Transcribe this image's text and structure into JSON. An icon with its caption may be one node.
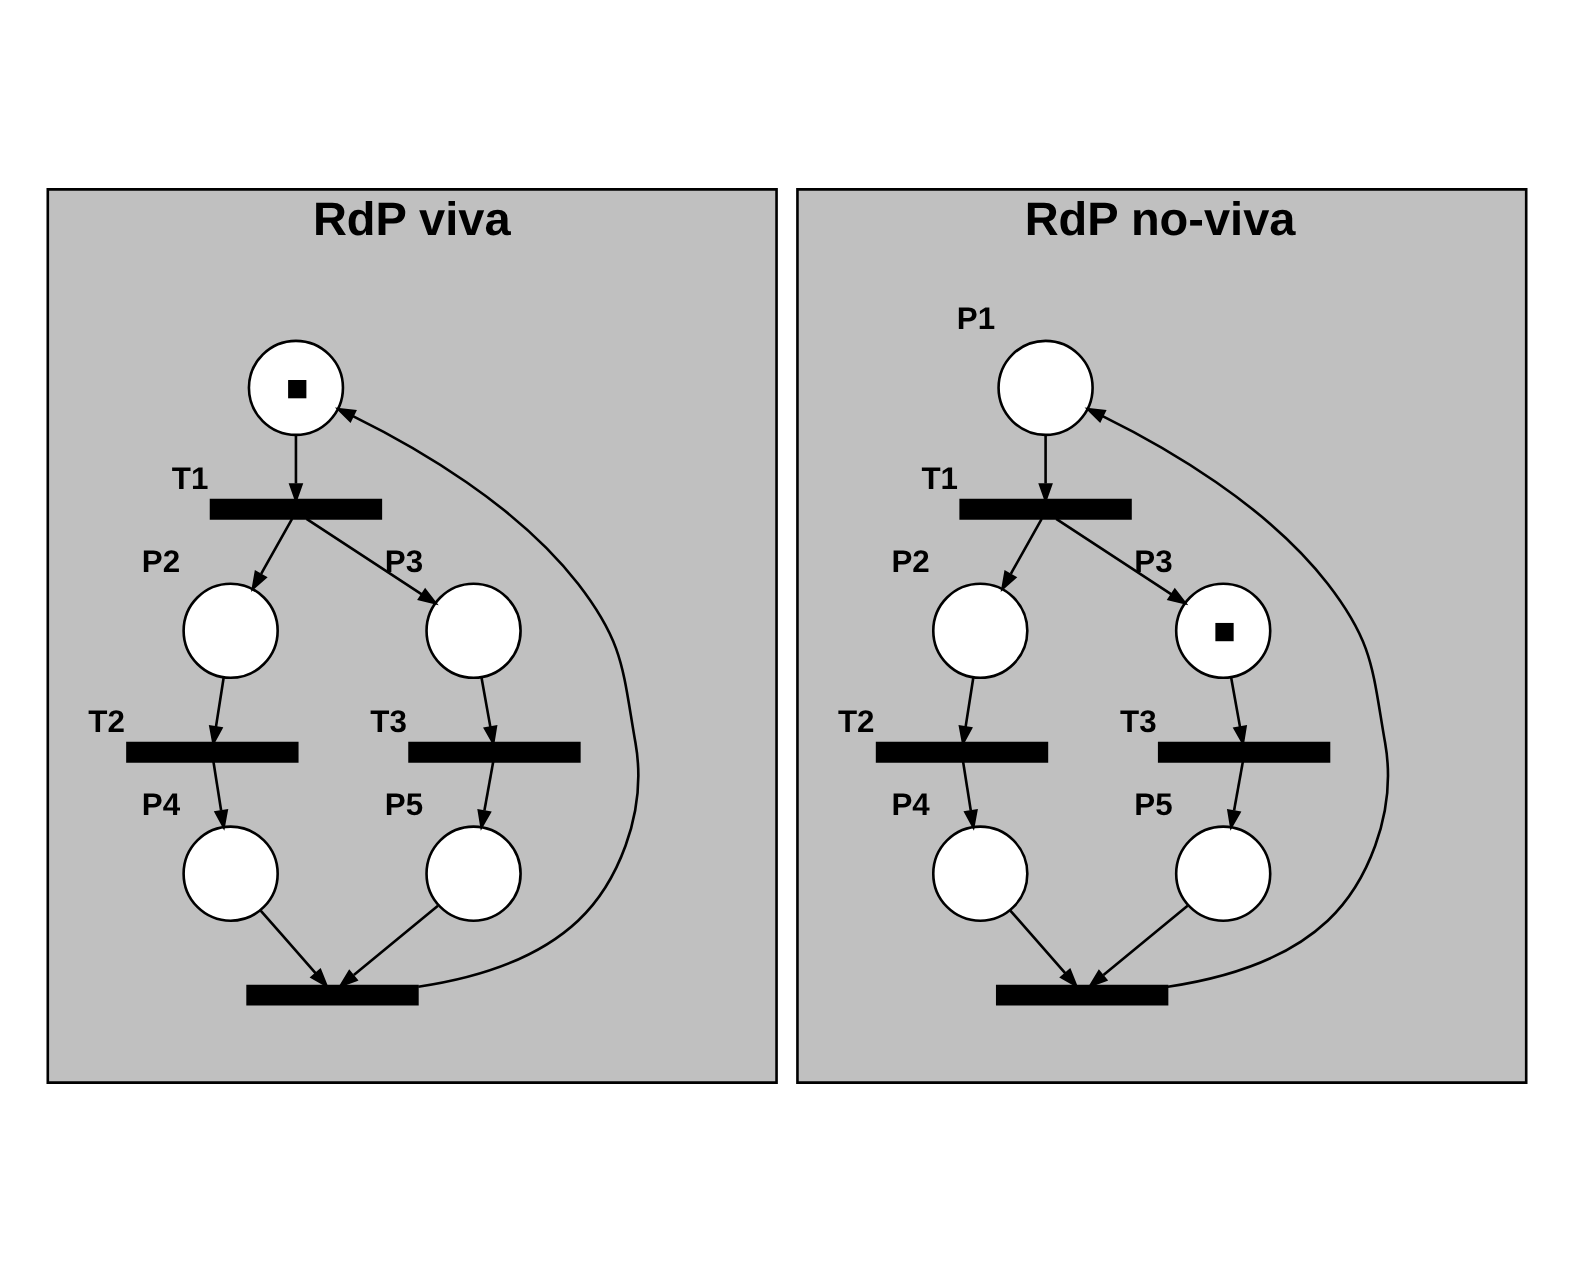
{
  "diagram": {
    "nodes": [
      {
        "text": [
          "RdP viva"
        ]
      },
      {
        "text": [],
        "shape": "circle",
        "in": 0
      },
      {
        "text": [],
        "shape": "bar",
        "in": 0,
        "beside": [
          "T1"
        ]
      },
      {
        "text": [],
        "shape": "circle",
        "in": 0,
        "beside": [
          "P2"
        ]
      },
      {
        "text": [],
        "shape": "circle",
        "in": 0,
        "beside": [
          "P3"
        ]
      },
      {
        "text": [],
        "shape": "bar",
        "in": 0,
        "beside": [
          "T2"
        ]
      },
      {
        "text": [],
        "shape": "bar",
        "in": 0,
        "beside": [
          "T3"
        ]
      },
      {
        "text": [],
        "shape": "circle",
        "in": 0,
        "beside": [
          "P4"
        ]
      },
      {
        "text": [],
        "shape": "circle",
        "in": 0,
        "beside": [
          "P5"
        ]
      },
      {
        "text": [],
        "shape": "bar",
        "in": 0
      },
      {
        "text": [
          "RdP no-viva"
        ]
      },
      {
        "text": [],
        "shape": "circle",
        "in": 10,
        "beside": [
          "P1"
        ]
      },
      {
        "text": [],
        "shape": "bar",
        "in": 10,
        "beside": [
          "T1"
        ]
      },
      {
        "text": [],
        "shape": "circle",
        "in": 10,
        "beside": [
          "P2"
        ]
      },
      {
        "text": [],
        "shape": "circle",
        "in": 10,
        "beside": [
          "P3"
        ]
      },
      {
        "text": [],
        "shape": "bar",
        "in": 10,
        "beside": [
          "T2"
        ]
      },
      {
        "text": [],
        "shape": "bar",
        "in": 10,
        "beside": [
          "T3"
        ]
      },
      {
        "text": [],
        "shape": "circle",
        "in": 10,
        "beside": [
          "P4"
        ]
      },
      {
        "text": [],
        "shape": "circle",
        "in": 10,
        "beside": [
          "P5"
        ]
      },
      {
        "text": [],
        "shape": "bar",
        "in": 10
      }
    ],
    "edges": [
      {
        "from": 1,
        "to": 2,
        "arrow": "to"
      },
      {
        "from": 2,
        "to": 3,
        "arrow": "to"
      },
      {
        "from": 2,
        "to": 4,
        "arrow": "to"
      },
      {
        "from": 3,
        "to": 5,
        "arrow": "to"
      },
      {
        "from": 4,
        "to": 6,
        "arrow": "to"
      },
      {
        "from": 5,
        "to": 7,
        "arrow": "to"
      },
      {
        "from": 6,
        "to": 8,
        "arrow": "to"
      },
      {
        "from": 7,
        "to": 9,
        "arrow": "to"
      },
      {
        "from": 8,
        "to": 9,
        "arrow": "to"
      },
      {
        "from": 9,
        "to": 1,
        "arrow": "to"
      },
      {
        "from": 11,
        "to": 12,
        "arrow": "to"
      },
      {
        "from": 12,
        "to": 13,
        "arrow": "to"
      },
      {
        "from": 12,
        "to": 14,
        "arrow": "to"
      },
      {
        "from": 13,
        "to": 15,
        "arrow": "to"
      },
      {
        "from": 14,
        "to": 16,
        "arrow": "to"
      },
      {
        "from": 15,
        "to": 17,
        "arrow": "to"
      },
      {
        "from": 16,
        "to": 18,
        "arrow": "to"
      },
      {
        "from": 17,
        "to": 19,
        "arrow": "to"
      },
      {
        "from": 18,
        "to": 19,
        "arrow": "to"
      },
      {
        "from": 19,
        "to": 11,
        "arrow": "to"
      }
    ]
  }
}
